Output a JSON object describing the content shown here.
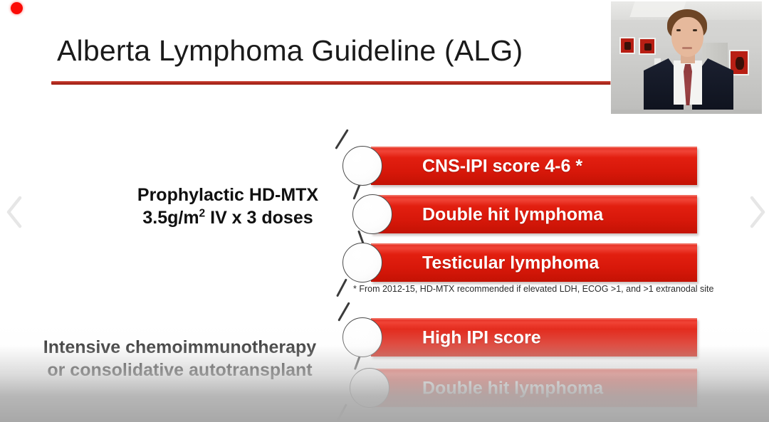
{
  "recording": {
    "indicator": "recording-dot",
    "color": "#fb0b06"
  },
  "slide": {
    "title": "Alberta Lymphoma Guideline (ALG)",
    "accent_color": "#b1291d",
    "bar_color": "#d8180a",
    "sections": [
      {
        "caption_lines": [
          "Prophylactic HD-MTX",
          "3.5g/m² IV x 3 doses"
        ],
        "caption_line1": "Prophylactic HD-MTX",
        "caption_line2_pre": "3.5g/m",
        "caption_line2_sup": "2",
        "caption_line2_post": " IV x 3 doses",
        "items": [
          {
            "label": "CNS-IPI score 4-6 *"
          },
          {
            "label": "Double hit lymphoma"
          },
          {
            "label": "Testicular lymphoma"
          }
        ],
        "footnote": "* From 2012-15, HD-MTX recommended if elevated LDH, ECOG >1, and >1 extranodal site"
      },
      {
        "caption_line1": "Intensive chemoimmunotherapy",
        "caption_line2": "or consolidative autotransplant",
        "items": [
          {
            "label": "High IPI score"
          },
          {
            "label": "Double hit lymphoma"
          }
        ]
      }
    ]
  },
  "navigation": {
    "prev_icon": "chevron-left-icon",
    "next_icon": "chevron-right-icon"
  },
  "webcam": {
    "label": "presenter-webcam"
  }
}
